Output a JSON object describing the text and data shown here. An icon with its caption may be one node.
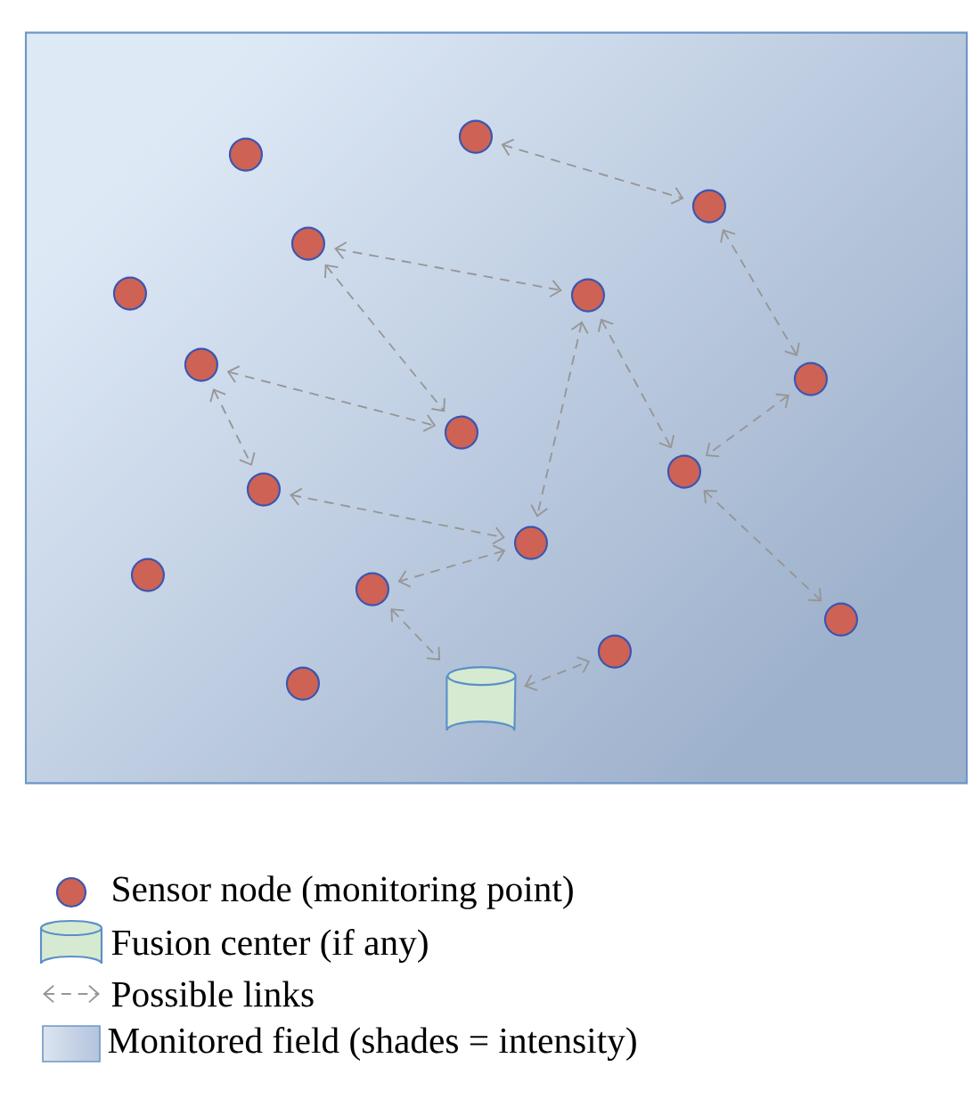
{
  "diagram": {
    "nodes": [
      {
        "text": [],
        "shape": "box"
      },
      {
        "text": [],
        "shape": "circle",
        "in": 0
      },
      {
        "text": [],
        "shape": "circle",
        "in": 0
      },
      {
        "text": [],
        "shape": "circle",
        "in": 0
      },
      {
        "text": [],
        "shape": "circle",
        "in": 0
      },
      {
        "text": [],
        "shape": "circle",
        "in": 0
      },
      {
        "text": [],
        "shape": "circle",
        "in": 0
      },
      {
        "text": [],
        "shape": "circle",
        "in": 0
      },
      {
        "text": [],
        "shape": "circle",
        "in": 0
      },
      {
        "text": [],
        "shape": "circle",
        "in": 0
      },
      {
        "text": [],
        "shape": "circle",
        "in": 0
      },
      {
        "text": [],
        "shape": "circle",
        "in": 0
      },
      {
        "text": [],
        "shape": "circle",
        "in": 0
      },
      {
        "text": [],
        "shape": "circle",
        "in": 0
      },
      {
        "text": [],
        "shape": "circle",
        "in": 0
      },
      {
        "text": [],
        "shape": "circle",
        "in": 0
      },
      {
        "text": [],
        "shape": "circle",
        "in": 0
      },
      {
        "text": [],
        "shape": "circle",
        "in": 0
      },
      {
        "text": [],
        "shape": "cylinder",
        "in": 0
      }
    ],
    "edges": [
      {
        "from": 1,
        "to": 3,
        "arrow": "both",
        "style": "dashed"
      },
      {
        "from": 4,
        "to": 6,
        "arrow": "both",
        "style": "dashed"
      },
      {
        "from": 4,
        "to": 9,
        "arrow": "both",
        "style": "dashed"
      },
      {
        "from": 7,
        "to": 9,
        "arrow": "both",
        "style": "dashed"
      },
      {
        "from": 7,
        "to": 11,
        "arrow": "both",
        "style": "dashed"
      },
      {
        "from": 3,
        "to": 8,
        "arrow": "both",
        "style": "dashed"
      },
      {
        "from": 6,
        "to": 12,
        "arrow": "both",
        "style": "dashed"
      },
      {
        "from": 6,
        "to": 10,
        "arrow": "both",
        "style": "dashed"
      },
      {
        "from": 8,
        "to": 10,
        "arrow": "both",
        "style": "dashed"
      },
      {
        "from": 10,
        "to": 15,
        "arrow": "both",
        "style": "dashed"
      },
      {
        "from": 11,
        "to": 12,
        "arrow": "both",
        "style": "dashed"
      },
      {
        "from": 12,
        "to": 14,
        "arrow": "both",
        "style": "dashed"
      },
      {
        "from": 14,
        "to": 18,
        "arrow": "both",
        "style": "dashed"
      },
      {
        "from": 18,
        "to": 16,
        "arrow": "both",
        "style": "dashed"
      }
    ],
    "legend": [
      {
        "text": "Sensor node (monitoring point)"
      },
      {
        "text": "Fusion center (if any)"
      },
      {
        "text": "Possible links"
      },
      {
        "text": "Monitored field (shades = intensity)",
        "color": "#b3c4dd"
      }
    ]
  }
}
